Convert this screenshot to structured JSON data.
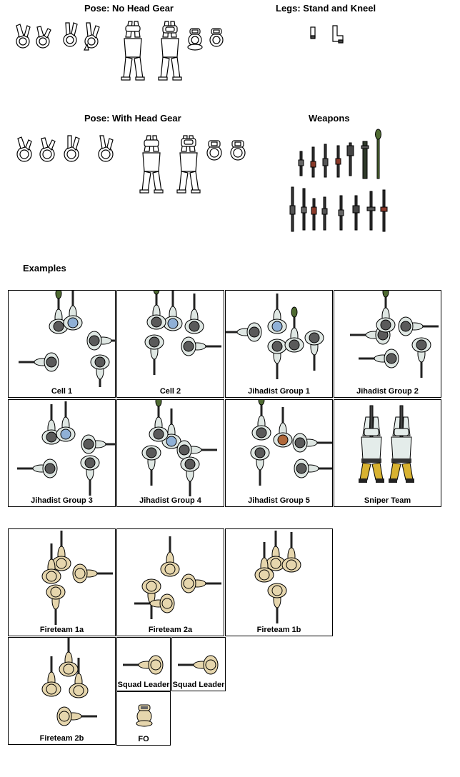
{
  "headings": {
    "pose_no_head_gear": "Pose: No Head Gear",
    "legs": "Legs: Stand and Kneel",
    "pose_with_head_gear": "Pose: With Head Gear",
    "weapons": "Weapons",
    "examples": "Examples"
  },
  "colors": {
    "outline": "#000000",
    "skin_arab": "#dfe7e3",
    "skin_us": "#e6d6ad",
    "helmet_blue": "#8fb0d6",
    "helmet_grey": "#5a5a5a",
    "rpg_green": "#4f6b32",
    "kevlar_orange": "#b0683a",
    "pants_yellow": "#d8b230",
    "shirt_light": "#e4ecea"
  },
  "examples_row1": [
    "Cell 1",
    "Cell 2",
    "Jihadist Group 1",
    "Jihadist Group 2"
  ],
  "examples_row2": [
    "Jihadist Group 3",
    "Jihadist Group 4",
    "Jihadist Group 5",
    "Sniper Team"
  ],
  "examples_row3": [
    "Fireteam 1a",
    "Fireteam 2a",
    "Fireteam 1b"
  ],
  "examples_row4": [
    "Fireteam 2b",
    "Squad Leader",
    "Squad Leader"
  ],
  "examples_row5": [
    "FO"
  ]
}
